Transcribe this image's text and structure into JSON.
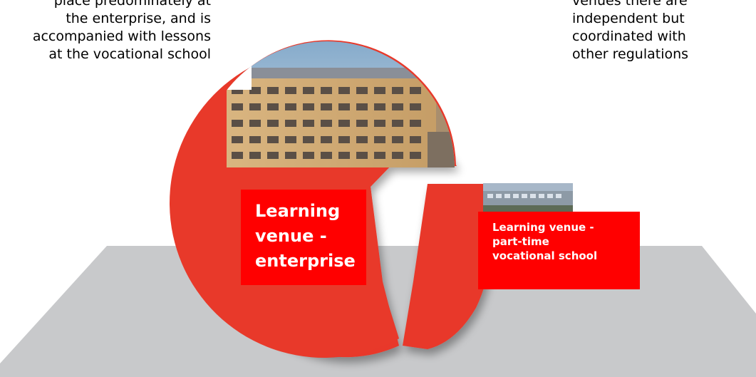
{
  "left_text": "place predominately at\nthe enterprise, and is\naccompanied with lessons\nat the vocational school",
  "right_text": "venues there are\nindependent but\ncoordinated with\nother regulations",
  "labels": {
    "enterprise": "Learning\nvenue -\nenterprise",
    "school": "Learning venue -\npart-time\nvocational school"
  },
  "colors": {
    "pie_red": "#e8392a",
    "label_red": "#ff0000",
    "floor_gray": "#c8c9cb"
  },
  "images": {
    "factory": "factory-building-photo",
    "school": "school-building-photo"
  }
}
